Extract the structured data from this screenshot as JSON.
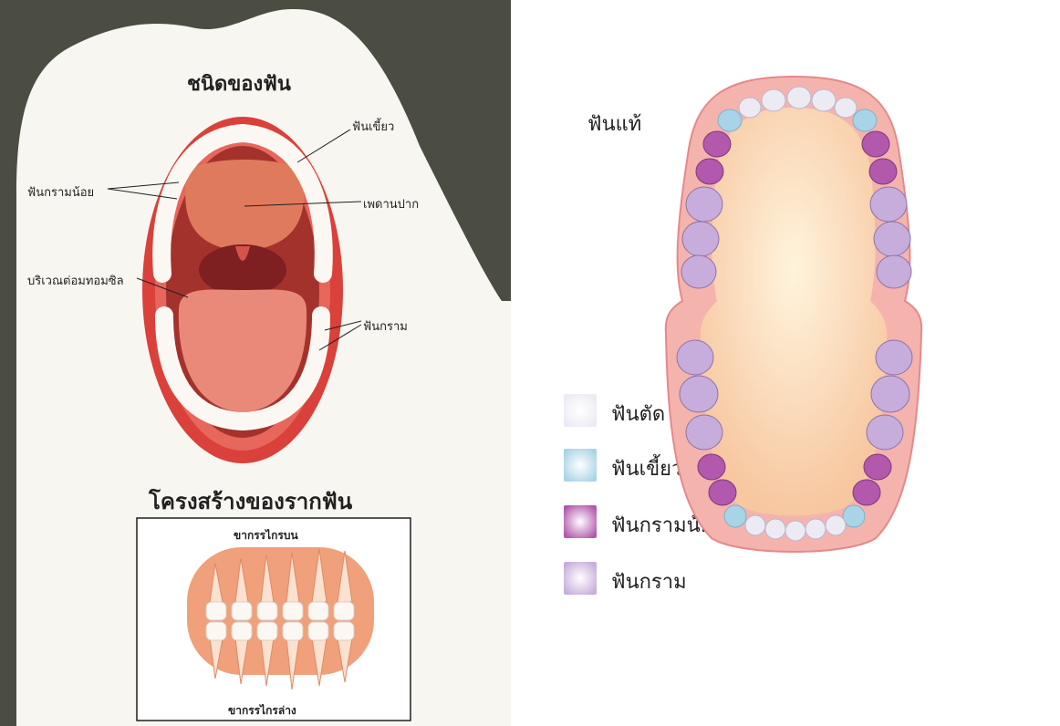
{
  "card": {
    "title": "ชนิดของฟัน",
    "labels": {
      "canine": "ฟันเขี้ยว",
      "premolar": "ฟันกรามน้อย",
      "palate": "เพดานปาก",
      "tonsil": "บริเวณต่อมทอมซิล",
      "molar": "ฟันกราม"
    },
    "root_section": {
      "title": "โครงสร้างของรากฟัน",
      "upper_jaw": "ขากรรไกรบน",
      "lower_jaw": "ขากรรไกรล่าง"
    }
  },
  "arch": {
    "title": "ฟันแท้",
    "legend": [
      {
        "label": "ฟันตัด",
        "color": "#ecebf4"
      },
      {
        "label": "ฟันเขี้ยว",
        "color": "#a9d3e6"
      },
      {
        "label": "ฟันกรามน้อย",
        "color": "#b258ad"
      },
      {
        "label": "ฟันกราม",
        "color": "#c7addb"
      }
    ]
  },
  "colors": {
    "lip": "#d9413a",
    "gum": "#f2a29a",
    "palate": "#e07a5c",
    "tongue": "#e9897a",
    "tooth": "#fbf8f3",
    "incisor": "#ecebf4",
    "canine": "#a9d3e6",
    "premolar": "#b258ad",
    "molar": "#c7addb",
    "arch_fill": "#fbd7b2",
    "arch_outline": "#f1b7b7"
  }
}
